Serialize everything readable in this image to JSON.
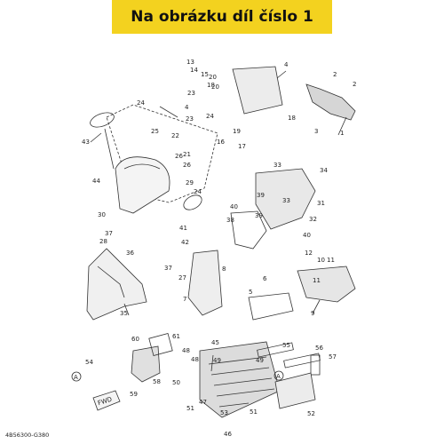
{
  "header": {
    "title": "Na obrázku díl číslo 1"
  },
  "diagram": {
    "code": "4B56300-G380",
    "fwd_label": "FWD",
    "ref_markers": [
      "A",
      "A"
    ],
    "part_numbers": [
      "1",
      "2",
      "2",
      "3",
      "4",
      "4",
      "5",
      "6",
      "7",
      "8",
      "9",
      "10",
      "11",
      "11",
      "12",
      "13",
      "14",
      "15",
      "16",
      "17",
      "18",
      "18",
      "19",
      "20",
      "20",
      "21",
      "22",
      "23",
      "23",
      "24",
      "24",
      "24",
      "25",
      "26",
      "26",
      "27",
      "28",
      "29",
      "30",
      "31",
      "32",
      "33",
      "33",
      "34",
      "35",
      "36",
      "37",
      "37",
      "38",
      "39",
      "39",
      "40",
      "40",
      "41",
      "42",
      "43",
      "44",
      "45",
      "46",
      "47",
      "48",
      "48",
      "49",
      "49",
      "50",
      "51",
      "51",
      "52",
      "53",
      "54",
      "55",
      "56",
      "57",
      "58",
      "59",
      "60",
      "61"
    ]
  }
}
